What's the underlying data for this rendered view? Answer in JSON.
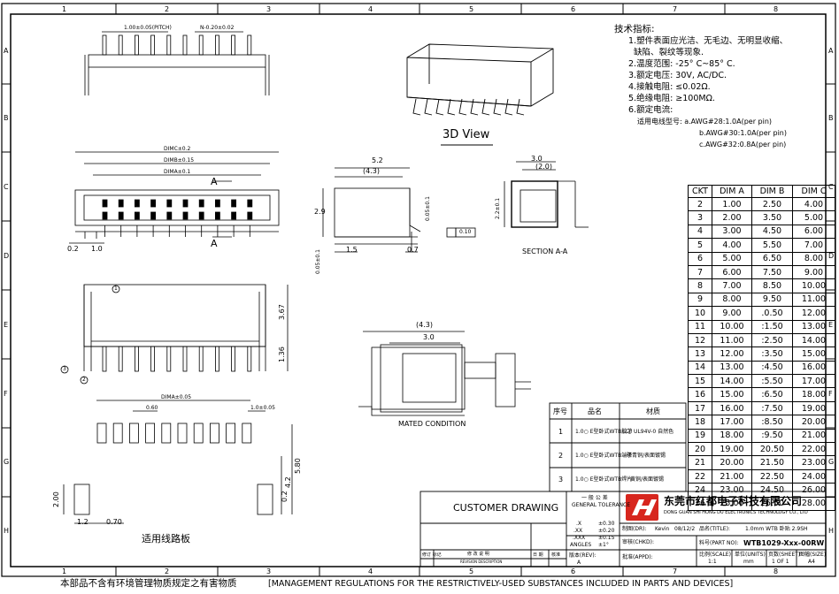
{
  "border": {
    "columns": [
      "1",
      "2",
      "3",
      "4",
      "5",
      "6",
      "7",
      "8"
    ],
    "rows": [
      "A",
      "B",
      "C",
      "D",
      "E",
      "F",
      "G",
      "H"
    ]
  },
  "specs": {
    "title": "技术指标:",
    "lines": [
      "1.塑件表面应光洁、无毛边、无明显收缩、",
      "缺陷、裂纹等现象.",
      "2.温度范围: -25° C~85° C.",
      "3.额定电压: 30V, AC/DC.",
      "4.接触电阻: ≤0.02Ω.",
      "5.绝缘电阻: ≥100MΩ.",
      "6.额定电流:",
      "适用电线型号: a.AWG#28:1.0A(per pin)",
      "b.AWG#30:1.0A(per pin)",
      "c.AWG#32:0.8A(per pin)"
    ]
  },
  "labels": {
    "view3d": "3D View",
    "section": "SECTION A-A",
    "mated": "MATED CONDITION",
    "pcb": "适用线路板",
    "pitch": "1.00±0.05(PITCH)",
    "n_dim": "N-0.20±0.02",
    "dimc": "DIMC±0.2",
    "dimb": "DIMB±0.15",
    "dima": "DIMA±0.1",
    "a_mark": "A",
    "d02": "0.2",
    "d10": "1.0",
    "d52": "5.2",
    "d43": "(4.3)",
    "d29": "2.9",
    "d15": "1.5",
    "d07": "0.7",
    "d005": "0.05±0.1",
    "d005b": "0.05±0.1",
    "flat": "0.10",
    "d30": "3.0",
    "d20": "(2.0)",
    "d22": "2.2±0.1",
    "d367": "3.67",
    "d136": "1.36",
    "callout1": "1",
    "callout2": "2",
    "callout3": "3",
    "d43b": "(4.3)",
    "d30b": "3.0",
    "dima005": "DIMA±0.05",
    "d060": "0.60",
    "d10b": "1.0±0.05",
    "d580": "5.80",
    "d42": "4.2",
    "d200": "2.00",
    "d12": "1.2",
    "d070": "0.70",
    "d02b": "0.2"
  },
  "ckt_table": {
    "headers": [
      "CKT",
      "DIM A",
      "DIM B",
      "DIM C"
    ],
    "rows": [
      [
        "2",
        "1.00",
        "2.50",
        "4.00"
      ],
      [
        "3",
        "2.00",
        "3.50",
        "5.00"
      ],
      [
        "4",
        "3.00",
        "4.50",
        "6.00"
      ],
      [
        "5",
        "4.00",
        "5.50",
        "7.00"
      ],
      [
        "6",
        "5.00",
        "6.50",
        "8.00"
      ],
      [
        "7",
        "6.00",
        "7.50",
        "9.00"
      ],
      [
        "8",
        "7.00",
        "8.50",
        "10.00"
      ],
      [
        "9",
        "8.00",
        "9.50",
        "11.00"
      ],
      [
        "10",
        "9.00",
        ".0.50",
        "12.00"
      ],
      [
        "11",
        "10.00",
        ":1.50",
        "13.00"
      ],
      [
        "12",
        "11.00",
        ":2.50",
        "14.00"
      ],
      [
        "13",
        "12.00",
        ":3.50",
        "15.00"
      ],
      [
        "14",
        "13.00",
        ":4.50",
        "16.00"
      ],
      [
        "15",
        "14.00",
        ":5.50",
        "17.00"
      ],
      [
        "16",
        "15.00",
        ":6.50",
        "18.00"
      ],
      [
        "17",
        "16.00",
        ":7.50",
        "19.00"
      ],
      [
        "18",
        "17.00",
        ":8.50",
        "20.00"
      ],
      [
        "19",
        "18.00",
        ":9.50",
        "21.00"
      ],
      [
        "20",
        "19.00",
        "20.50",
        "22.00"
      ],
      [
        "21",
        "20.00",
        "21.50",
        "23.00"
      ],
      [
        "22",
        "21.00",
        "22.50",
        "24.00"
      ],
      [
        "24",
        "23.00",
        "24.50",
        "26.00"
      ],
      [
        "26",
        "25.00",
        "26.50",
        "28.00"
      ]
    ]
  },
  "bom": {
    "headers": [
      "序号",
      "品名",
      "材质"
    ],
    "rows": [
      [
        "1",
        "1.0○ E型卧式WTB胶芯",
        "LCP UL94V-0 自然色"
      ],
      [
        "2",
        "1.0○ E型卧式WTB端子",
        "磷青铜/表面镀锡"
      ],
      [
        "3",
        "1.0○ E型卧式WTB焊片",
        "黄铜/表面镀锡"
      ]
    ]
  },
  "title_block": {
    "customer_drawing": "CUSTOMER DRAWING",
    "tolerance_cn": "一 般 公 差",
    "tolerance_en": "GENERAL TOLERANCE",
    "tol_rows": [
      [
        ".X",
        "±0.30"
      ],
      [
        ".XX",
        "±0.20"
      ],
      [
        ".XXX",
        "±0.15"
      ],
      [
        "ANGLES",
        "±1°"
      ]
    ],
    "drawn_label": "制图(DR):",
    "drawn_name": "Kevin",
    "drawn_date": "08/12/2",
    "check_label": "审核(CHKD):",
    "approve_label": "批准(APPD):",
    "version_label": "版本(REV):",
    "version_value": "A",
    "company_cn": "东莞市红都电子科技有限公司",
    "company_en": "DONG GUAN SHI HONG DU ELECTRONICS TECHNOLOGY CO., LTD",
    "name_label": "品名(TITLE):",
    "name_value": "1.0mm WTB 卧贴 2.9SH",
    "part_label": "料号(PART NO):",
    "part_value": "WTB1029-Xxx-00RW",
    "scale_label": "比例(SCALE)",
    "scale_value": "1:1",
    "unit_label": "单位(UNITS)",
    "unit_value": "mm",
    "sheet_label": "页数(SHEET)",
    "sheet_value": "1 OF 1",
    "size_label": "图幅(SIZE)",
    "size_value": "A4",
    "rev_cols": [
      "修订 标记",
      "修 改 说 明",
      "日 期",
      "核准"
    ],
    "rev_cols_en": "REVISION DESCRIPTION"
  },
  "footer": {
    "cn": "本部品不含有环境管理物质规定之有害物质",
    "en": "[MANAGEMENT REGULATIONS FOR THE RESTRICTIVELY-USED SUBSTANCES INCLUDED IN PARTS AND DEVICES]"
  },
  "colors": {
    "logo_red": "#d7261e",
    "ink": "#000000"
  }
}
